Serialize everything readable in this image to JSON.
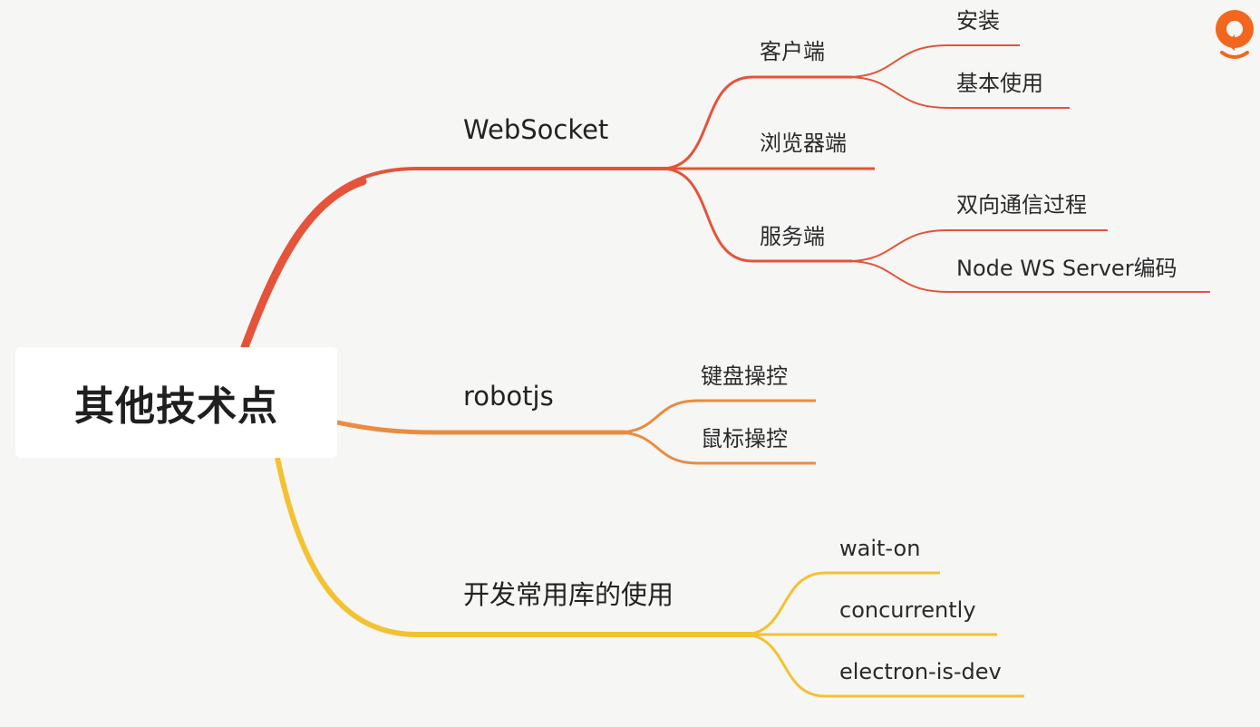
{
  "root": {
    "label": "其他技术点"
  },
  "colors": {
    "websocket": "#e5533a",
    "robotjs": "#ea8c3f",
    "libs": "#f3c232",
    "logo": "#f2671d"
  },
  "branches": [
    {
      "id": "websocket",
      "label": "WebSocket",
      "children": [
        {
          "id": "client",
          "label": "客户端",
          "children": [
            {
              "label": "安装"
            },
            {
              "label": "基本使用"
            }
          ]
        },
        {
          "id": "browser",
          "label": "浏览器端",
          "children": []
        },
        {
          "id": "server",
          "label": "服务端",
          "children": [
            {
              "label": "双向通信过程"
            },
            {
              "label": "Node WS Server编码"
            }
          ]
        }
      ]
    },
    {
      "id": "robotjs",
      "label": "robotjs",
      "children": [
        {
          "label": "键盘操控"
        },
        {
          "label": "鼠标操控"
        }
      ]
    },
    {
      "id": "libs",
      "label": "开发常用库的使用",
      "children": [
        {
          "label": "wait-on"
        },
        {
          "label": "concurrently"
        },
        {
          "label": "electron-is-dev"
        }
      ]
    }
  ],
  "logo": {
    "icon": "brand-logo-icon"
  }
}
